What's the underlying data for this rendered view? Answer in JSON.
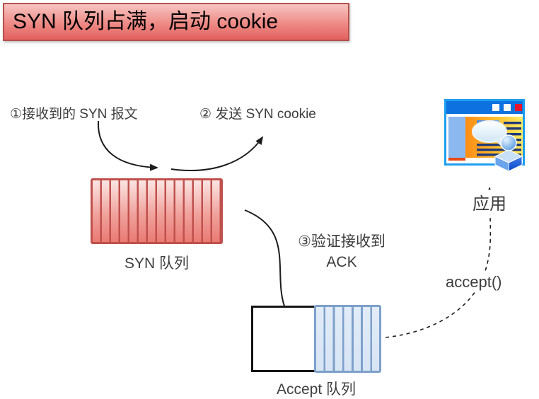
{
  "title": {
    "text": "SYN 队列占满，启动 cookie",
    "bg_top_color": "#f7c6c2",
    "bg_bottom_color": "#e2615e",
    "border_color": "#b5504c"
  },
  "annotations": {
    "step1": "①接收到的 SYN 报文",
    "step2": "② 发送 SYN cookie",
    "step3_line1": "③验证接收到",
    "step3_line2": "ACK",
    "accept_call": "accept()",
    "app": "应用"
  },
  "queues": {
    "syn": {
      "label": "SYN 队列",
      "fill_top": "#fbe6e4",
      "fill_bottom": "#e97b73",
      "stripe_color": "#c0504d",
      "state": "full"
    },
    "accept": {
      "label": "Accept 队列",
      "fill": "#dce7f6",
      "stripe_color": "#7da0cb",
      "empty_section_border": "#151515",
      "state": "partially filled"
    }
  },
  "icons": {
    "app_window": "application-window-icon",
    "arrowheads": "black solid triangles",
    "flow_style": {
      "solid_arrows": "#1c1c1c",
      "dashed_arrow": "#1c1c1c dashed"
    }
  }
}
